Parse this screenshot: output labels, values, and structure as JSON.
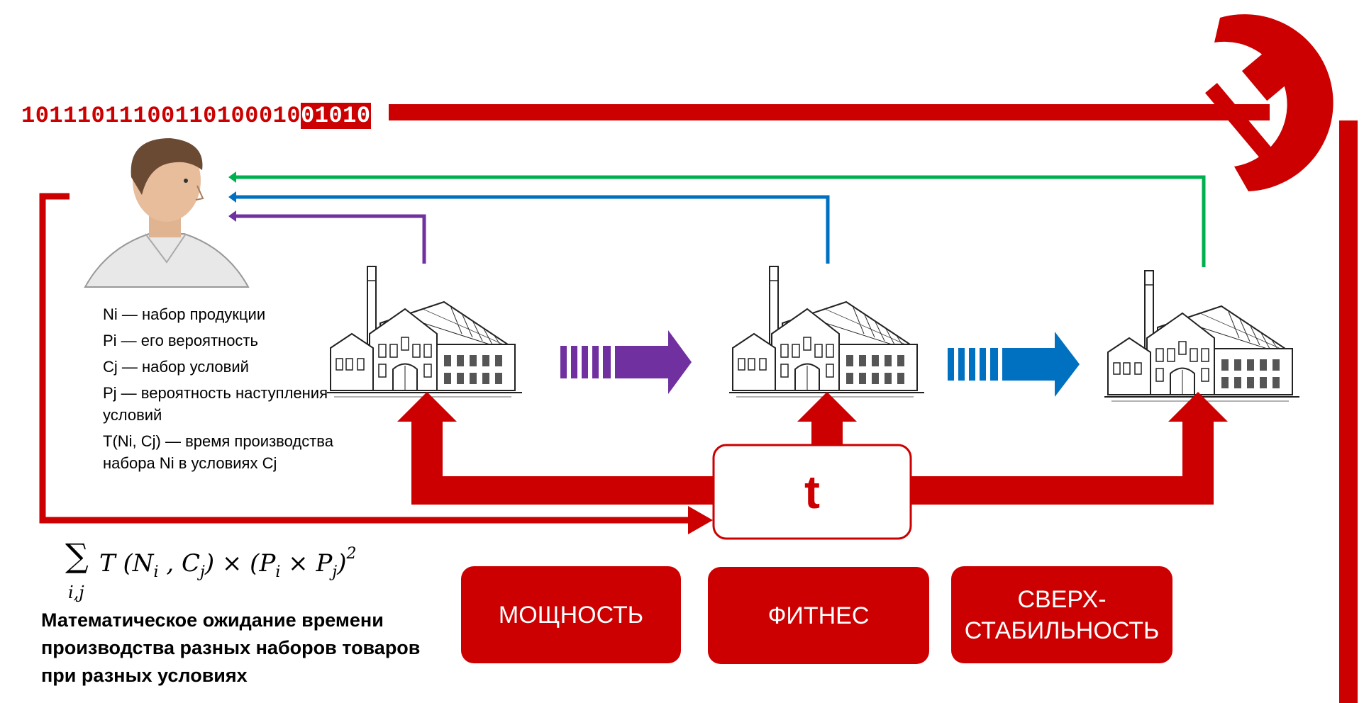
{
  "binary": {
    "main": "10111011100110100010",
    "highlighted": "01010"
  },
  "legend": [
    "Ni — набор продукции",
    "Pi — его вероятность",
    "Cj — набор условий",
    "Pj — вероятность наступления условий",
    "T(Ni, Cj) — время производства набора Ni в условиях Cj"
  ],
  "formula": {
    "sum_symbol": "∑",
    "sum_index": "i,j",
    "expression": "T (N",
    "text": "∑ T (Ni , Cj) × (Pi × Pj)²"
  },
  "formula_caption": "Математическое ожидание времени производства разных наборов товаров при разных условиях",
  "center_box": {
    "label": "t"
  },
  "buttons": [
    {
      "label": "МОЩНОСТЬ"
    },
    {
      "label": "ФИТНЕС"
    },
    {
      "label": "СВЕРХ-\nСТАБИЛЬНОСТЬ"
    }
  ],
  "colors": {
    "red": "#cc0000",
    "purple": "#7030a0",
    "blue": "#0070c0",
    "green": "#00b050"
  },
  "icons": [
    "hammer-and-sickle-icon",
    "person-portrait-icon",
    "factory-icon"
  ]
}
